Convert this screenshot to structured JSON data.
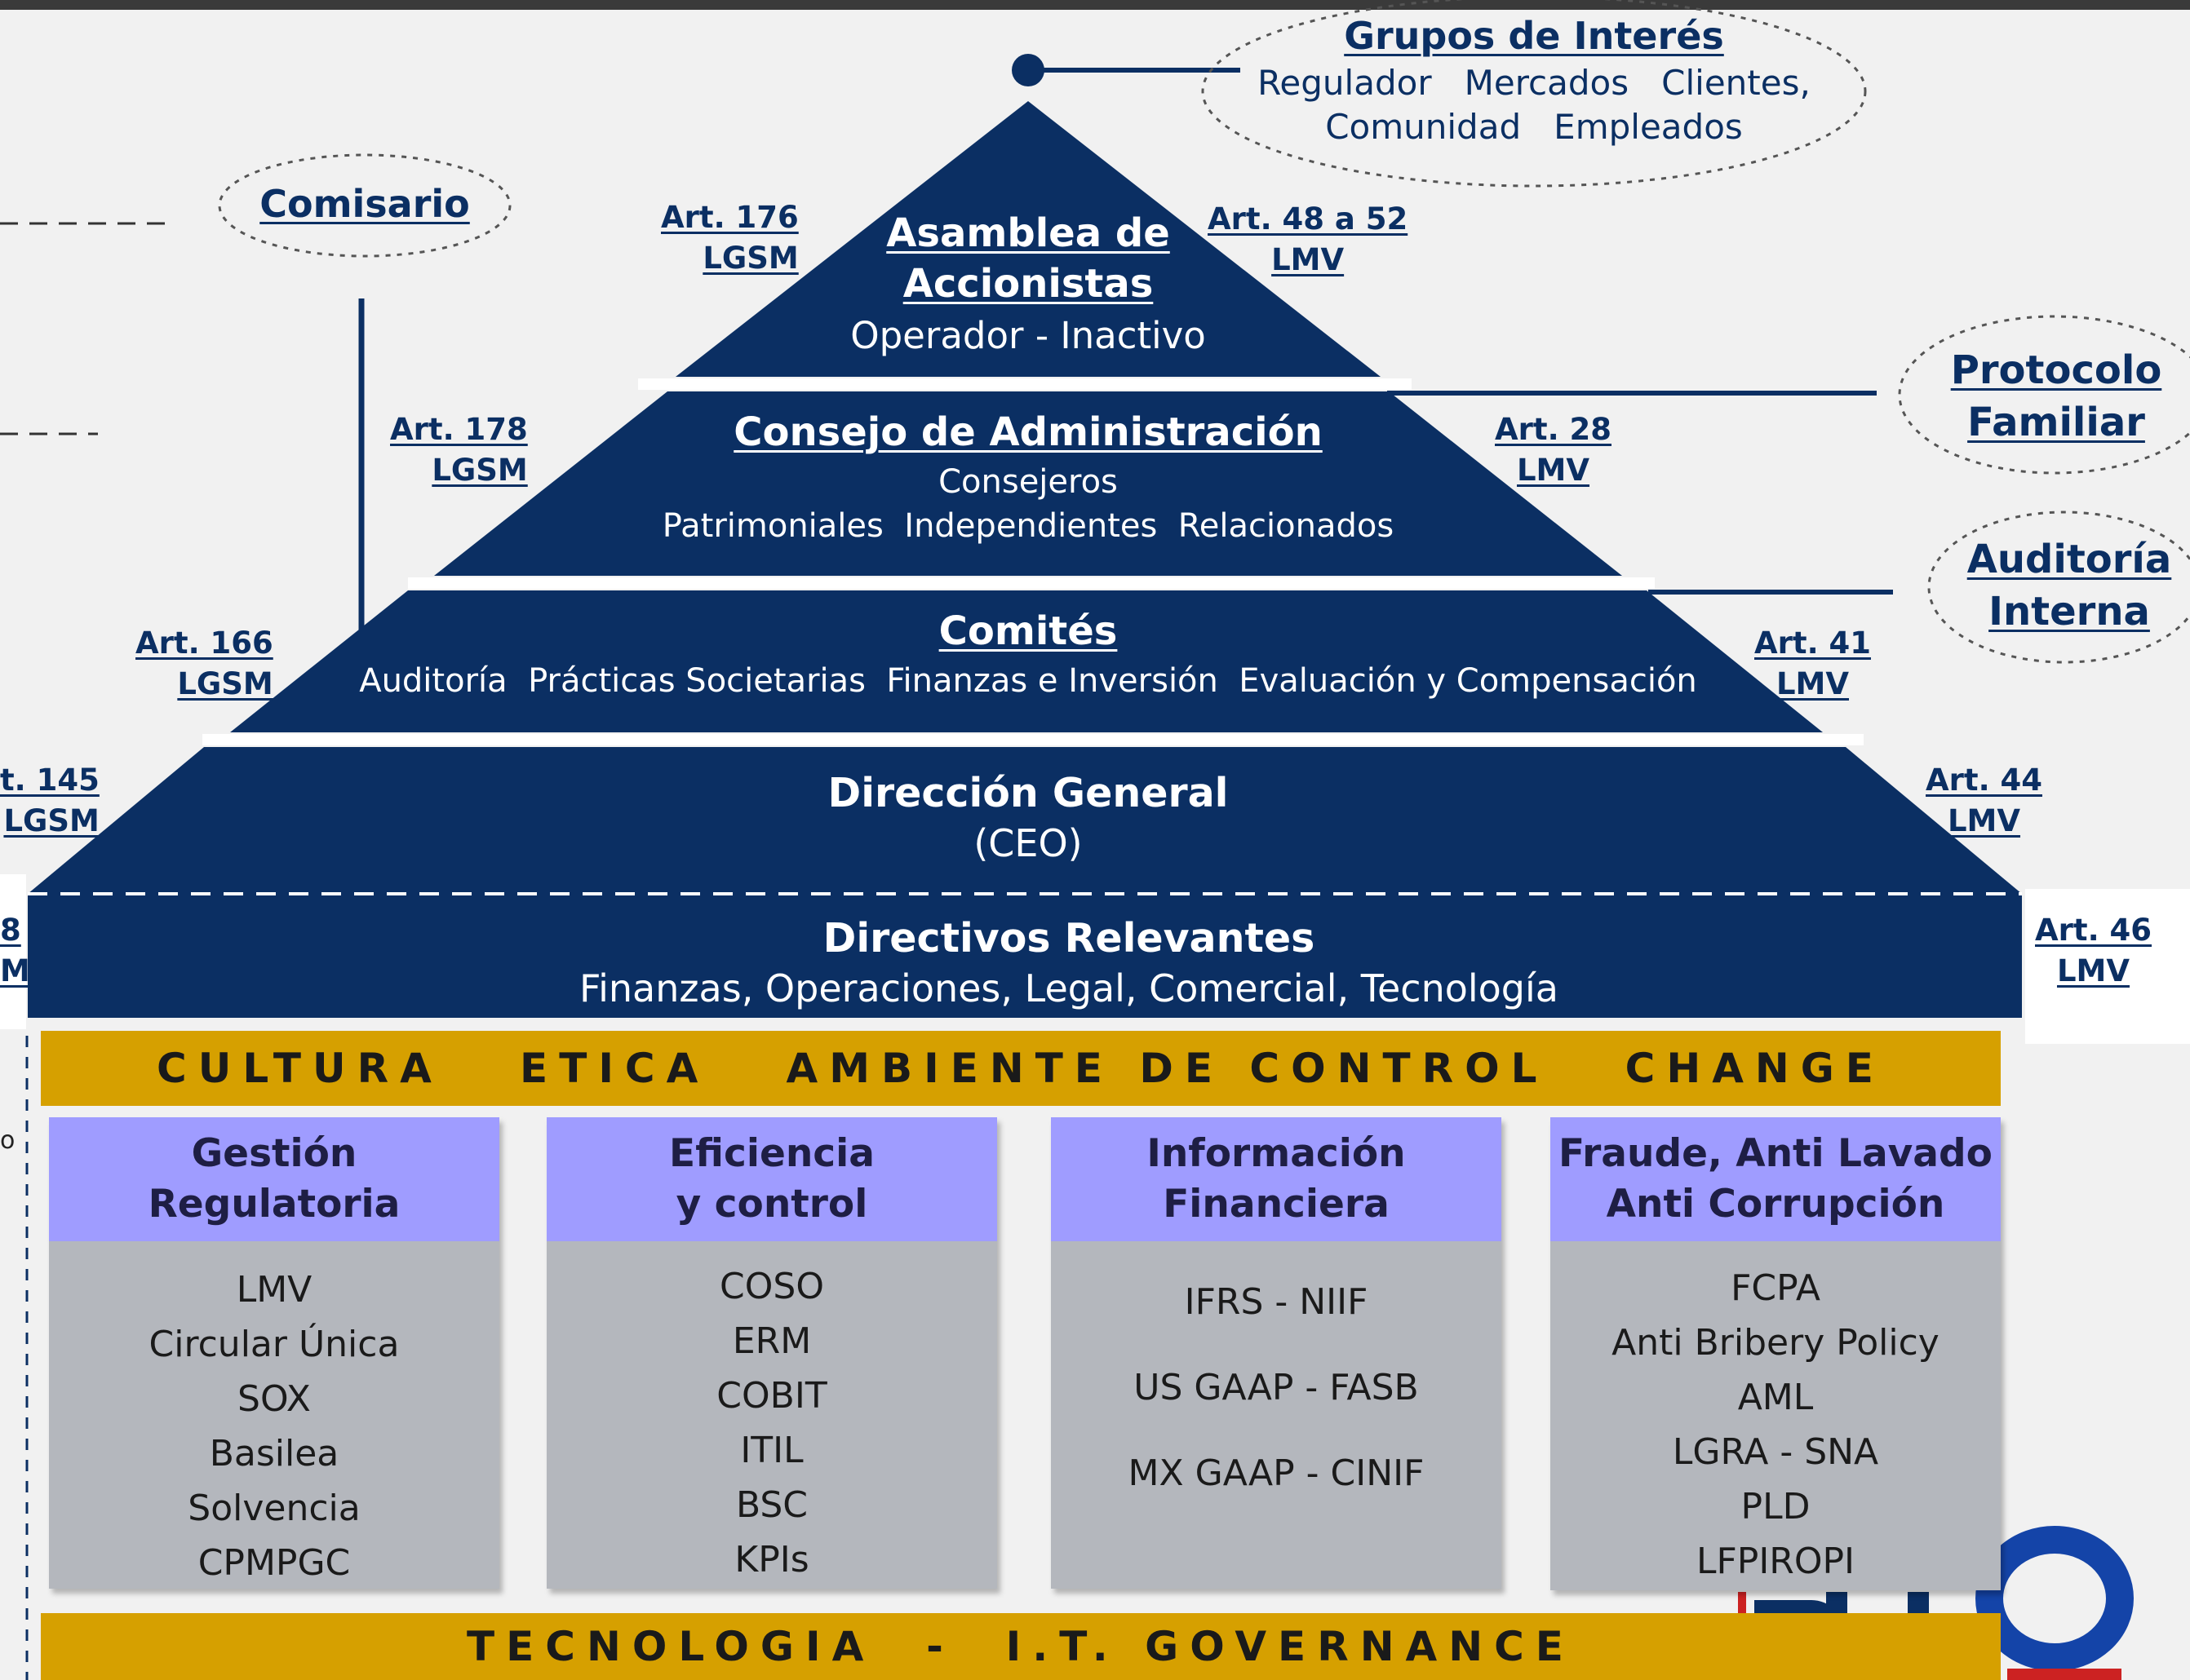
{
  "stakeholders": {
    "title": "Grupos de Interés",
    "line1": "Regulador   Mercados   Clientes,",
    "line2": "Comunidad   Empleados"
  },
  "side_bubbles": {
    "comisario": "Comisario",
    "protocolo_line1": "Protocolo",
    "protocolo_line2": "Familiar",
    "auditoria_line1": "Auditoría",
    "auditoria_line2": "Interna"
  },
  "pyramid": {
    "asamblea": {
      "title_line1": "Asamblea de",
      "title_line2": "Accionistas",
      "subtitle": "Operador - Inactivo"
    },
    "consejo": {
      "title": "Consejo de Administración",
      "line1": "Consejeros",
      "line2": "Patrimoniales  Independientes  Relacionados"
    },
    "comites": {
      "title": "Comités",
      "line1": "Auditoría  Prácticas Societarias  Finanzas e Inversión  Evaluación y Compensación"
    },
    "direccion": {
      "title": "Dirección General",
      "subtitle": "(CEO)"
    },
    "directivos": {
      "title": "Directivos Relevantes",
      "subtitle": "Finanzas, Operaciones, Legal, Comercial, Tecnología"
    }
  },
  "articles": {
    "art176": {
      "line1": "Art. 176",
      "line2": "LGSM"
    },
    "art48": {
      "line1": "Art. 48 a 52",
      "line2": "LMV"
    },
    "art178": {
      "line1": "Art. 178",
      "line2": "LGSM"
    },
    "art28": {
      "line1": "Art. 28",
      "line2": "LMV"
    },
    "art166": {
      "line1": "Art. 166",
      "line2": "LGSM"
    },
    "art41": {
      "line1": "Art. 41",
      "line2": "LMV"
    },
    "art145": {
      "line1": "t. 145",
      "line2": "LGSM"
    },
    "art44": {
      "line1": "Art. 44",
      "line2": "LMV"
    },
    "art_left_cut": {
      "line1": "8",
      "line2": "M"
    },
    "art46": {
      "line1": "Art. 46",
      "line2": "LMV"
    }
  },
  "culture_band": {
    "label": "CULTURA   ETICA   AMBIENTE DE CONTROL   CHANGE"
  },
  "pillars": [
    {
      "title_line1": "Gestión",
      "title_line2": "Regulatoria",
      "items": [
        "LMV",
        "Circular Única",
        "SOX",
        "Basilea",
        "Solvencia",
        "CPMPGC"
      ]
    },
    {
      "title_line1": "Eficiencia",
      "title_line2": "y control",
      "items": [
        "COSO",
        "ERM",
        "COBIT",
        "ITIL",
        "BSC",
        "KPIs"
      ]
    },
    {
      "title_line1": "Información",
      "title_line2": "Financiera",
      "items": [
        "IFRS - NIIF",
        "US GAAP - FASB",
        "MX GAAP - CINIF"
      ]
    },
    {
      "title_line1": "Fraude, Anti Lavado",
      "title_line2": "Anti Corrupción",
      "items": [
        "FCPA",
        "Anti Bribery Policy",
        "AML",
        "LGRA - SNA",
        "PLD",
        "LFPIROPI"
      ]
    }
  ],
  "tech_band": {
    "label": "TECNOLOGIA  -  I.T. GOVERNANCE"
  },
  "left_fragment": {
    "text": "o"
  },
  "colors": {
    "navy": "#0b2f63",
    "gold": "#d6a000",
    "lavender": "#9f9cff",
    "gray": "#b4b7bd"
  }
}
